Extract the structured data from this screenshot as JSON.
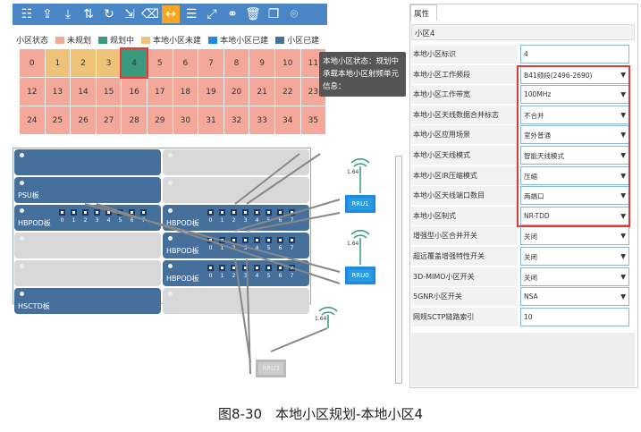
{
  "toolbar": {
    "icons": [
      "add-list-icon",
      "export-icon",
      "download-icon",
      "signal-icon",
      "refresh-icon",
      "share-icon",
      "eraser-icon",
      "horizontal-link-icon",
      "lines-icon",
      "expand-icon",
      "nodes-icon",
      "delete-icon",
      "copy-icon",
      "location-icon"
    ],
    "active_index": 7
  },
  "legend": {
    "title": "小区状态",
    "items": [
      {
        "label": "未规划",
        "color": "#f4a89a"
      },
      {
        "label": "规划中",
        "color": "#3a9a7e"
      },
      {
        "label": "本地小区未建",
        "color": "#efc27a"
      },
      {
        "label": "本地小区已建",
        "color": "#1e88e5"
      },
      {
        "label": "小区已建",
        "color": "#46709c"
      }
    ]
  },
  "cells": [
    {
      "n": "0",
      "s": 0
    },
    {
      "n": "1",
      "s": 2
    },
    {
      "n": "2",
      "s": 2
    },
    {
      "n": "3",
      "s": 2
    },
    {
      "n": "4",
      "s": 1
    },
    {
      "n": "5",
      "s": 0
    },
    {
      "n": "6",
      "s": 0
    },
    {
      "n": "7",
      "s": 0
    },
    {
      "n": "8",
      "s": 0
    },
    {
      "n": "9",
      "s": 0
    },
    {
      "n": "10",
      "s": 0
    },
    {
      "n": "11",
      "s": 0
    },
    {
      "n": "12",
      "s": 0
    },
    {
      "n": "13",
      "s": 0
    },
    {
      "n": "14",
      "s": 0
    },
    {
      "n": "15",
      "s": 0
    },
    {
      "n": "16",
      "s": 0
    },
    {
      "n": "17",
      "s": 0
    },
    {
      "n": "18",
      "s": 0
    },
    {
      "n": "19",
      "s": 0
    },
    {
      "n": "20",
      "s": 0
    },
    {
      "n": "21",
      "s": 0
    },
    {
      "n": "22",
      "s": 0
    },
    {
      "n": "23",
      "s": 0
    },
    {
      "n": "24",
      "s": 0
    },
    {
      "n": "25",
      "s": 0
    },
    {
      "n": "26",
      "s": 0
    },
    {
      "n": "27",
      "s": 0
    },
    {
      "n": "28",
      "s": 0
    },
    {
      "n": "29",
      "s": 0
    },
    {
      "n": "30",
      "s": 0
    },
    {
      "n": "31",
      "s": 0
    },
    {
      "n": "32",
      "s": 0
    },
    {
      "n": "33",
      "s": 0
    },
    {
      "n": "34",
      "s": 0
    },
    {
      "n": "35",
      "s": 0
    }
  ],
  "selected_cell": "4",
  "tooltip": {
    "line1": "本地小区状态：规划中",
    "line2": "承载本地小区射频单元信息："
  },
  "boards": [
    {
      "label": "",
      "color": "blue",
      "ports": false
    },
    {
      "label": "",
      "color": "gray",
      "ports": false
    },
    {
      "label": "PSU板",
      "color": "blue",
      "ports": false
    },
    {
      "label": "",
      "color": "gray",
      "ports": false
    },
    {
      "label": "HBPOD板",
      "color": "blue",
      "ports": true
    },
    {
      "label": "HBPOD板",
      "color": "blue",
      "ports": true
    },
    {
      "label": "",
      "color": "gray",
      "ports": false
    },
    {
      "label": "HBPOD板",
      "color": "blue",
      "ports": true
    },
    {
      "label": "",
      "color": "gray",
      "ports": false
    },
    {
      "label": "HBPOD板",
      "color": "blue",
      "ports": true
    },
    {
      "label": "HSCTD板",
      "color": "blue",
      "ports": false
    },
    {
      "label": "",
      "color": "gray",
      "ports": false
    }
  ],
  "port_numbers": [
    "0",
    "1",
    "2",
    "3",
    "4",
    "5",
    "6",
    "7"
  ],
  "rrus": [
    {
      "name": "RRU1",
      "antenna": "1",
      "status": "active"
    },
    {
      "name": "RRU0",
      "antenna": "0",
      "status": "active"
    },
    {
      "name": "RRU3",
      "antenna": "3",
      "status": "inactive"
    }
  ],
  "rru_ratio": "1.64",
  "panel": {
    "tab": "属性",
    "cell_name": "小区4",
    "rows": [
      {
        "label": "本地小区标识",
        "value": "4",
        "dropdown": false
      },
      {
        "label": "本地小区工作频段",
        "value": "B41频段(2496-2690)",
        "dropdown": true
      },
      {
        "label": "本地小区工作带宽",
        "value": "100MHz",
        "dropdown": true
      },
      {
        "label": "本地小区天线数据合并标志",
        "value": "不合并",
        "dropdown": true
      },
      {
        "label": "本地小区应用场景",
        "value": "室外普通",
        "dropdown": true
      },
      {
        "label": "本地小区天线模式",
        "value": "智能天线模式",
        "dropdown": true
      },
      {
        "label": "本地小区IR压缩模式",
        "value": "压缩",
        "dropdown": true
      },
      {
        "label": "本地小区天线端口数目",
        "value": "两端口",
        "dropdown": true
      },
      {
        "label": "本地小区制式",
        "value": "NR-TDD",
        "dropdown": true
      },
      {
        "label": "增强型小区合并开关",
        "value": "关闭",
        "dropdown": true
      },
      {
        "label": "超远覆盖增强特性开关",
        "value": "关闭",
        "dropdown": true
      },
      {
        "label": "3D-MIMO小区开关",
        "value": "关闭",
        "dropdown": true
      },
      {
        "label": "5GNR小区开关",
        "value": "NSA",
        "dropdown": true
      },
      {
        "label": "网规SCTP链路索引",
        "value": "10",
        "dropdown": false
      }
    ]
  },
  "caption": "图8-30　本地小区规划-本地小区4"
}
